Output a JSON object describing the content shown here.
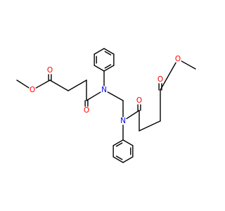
{
  "molecule": {
    "atom_colors": {
      "O": "#ff0000",
      "N": "#0000ff"
    },
    "labels": {
      "o_ester_left_carbonyl": "O",
      "o_ester_left_methoxy": "O",
      "o_amide_left": "O",
      "n_left": "N",
      "n_right": "N",
      "o_amide_right": "O",
      "o_ester_right_carbonyl": "O",
      "o_ester_right_methoxy": "O"
    }
  }
}
